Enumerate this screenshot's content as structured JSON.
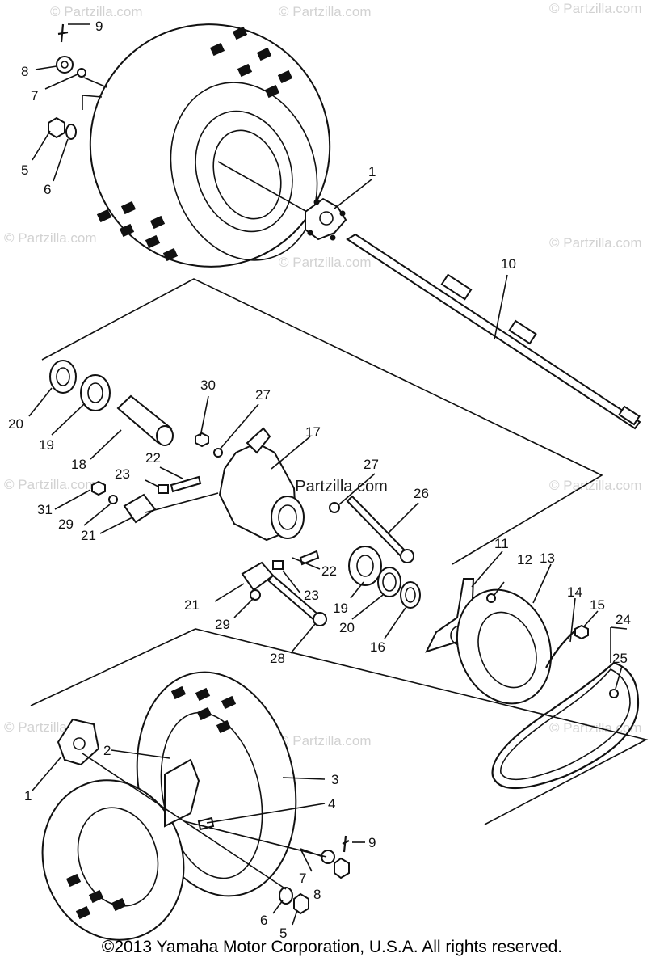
{
  "watermark": "© Partzilla.com",
  "watermark_center": "© Partzilla.com",
  "copyright": "©2013  Yamaha Motor Corporation, U.S.A. All rights reserved.",
  "callouts": [
    "1",
    "2",
    "3",
    "4",
    "5",
    "6",
    "7",
    "8",
    "9",
    "10",
    "11",
    "12",
    "13",
    "14",
    "15",
    "16",
    "17",
    "18",
    "19",
    "20",
    "21",
    "22",
    "23",
    "24",
    "25",
    "26",
    "27",
    "28",
    "29",
    "30",
    "31"
  ]
}
